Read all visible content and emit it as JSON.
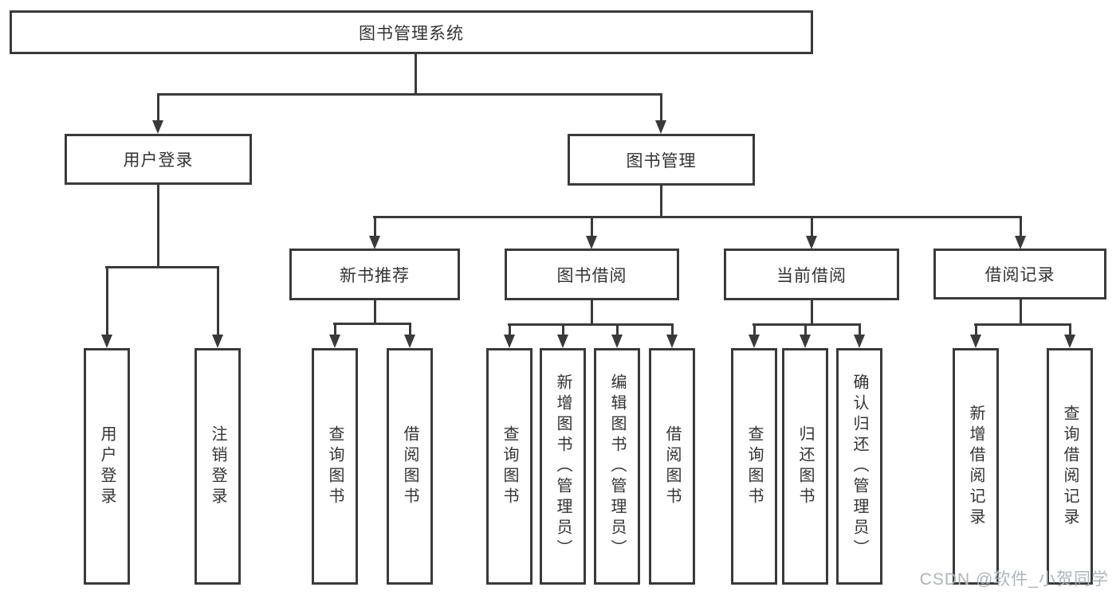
{
  "diagram_type": "hierarchy-tree",
  "tree": {
    "label": "图书管理系统",
    "children": [
      {
        "label": "用户登录",
        "children": [
          {
            "label": "用户登录"
          },
          {
            "label": "注销登录"
          }
        ]
      },
      {
        "label": "图书管理",
        "children": [
          {
            "label": "新书推荐",
            "children": [
              {
                "label": "查询图书"
              },
              {
                "label": "借阅图书"
              }
            ]
          },
          {
            "label": "图书借阅",
            "children": [
              {
                "label": "查询图书"
              },
              {
                "label": "新增图书（管理员）"
              },
              {
                "label": "编辑图书（管理员）"
              },
              {
                "label": "借阅图书"
              }
            ]
          },
          {
            "label": "当前借阅",
            "children": [
              {
                "label": "查询图书"
              },
              {
                "label": "归还图书"
              },
              {
                "label": "确认归还（管理员）"
              }
            ]
          },
          {
            "label": "借阅记录",
            "children": [
              {
                "label": "新增借阅记录"
              },
              {
                "label": "查询借阅记录"
              }
            ]
          }
        ]
      }
    ]
  },
  "watermark": {
    "text": "CSDN @软件_小贺同学"
  },
  "colors": {
    "line": "#3a3a3a",
    "text": "#333333",
    "wm": "#aeb4ba",
    "bg": "#ffffff"
  }
}
